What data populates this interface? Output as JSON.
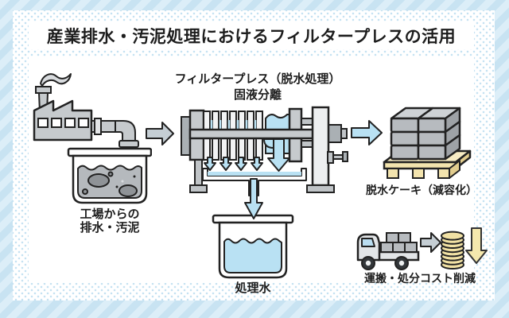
{
  "title": "産業排水・汚泥処理におけるフィルタープレスの活用",
  "flow": {
    "factory": {
      "line1": "工場からの",
      "line2": "排水・汚泥"
    },
    "filter_press": {
      "line1": "フィルタープレス（脱水処理）",
      "line2": "固液分離"
    },
    "treated_water": {
      "label": "処理水"
    },
    "dewatered_cake": {
      "label": "脱水ケーキ（減容化）"
    },
    "cost_reduction": {
      "label": "運搬・処分コスト削減"
    }
  },
  "icons": {
    "factory": "factory-icon",
    "sludge_tank": "sludge-tank-icon",
    "flow_arrow_factory_to_press": "gray-right-arrow-icon",
    "filter_press_machine": "filter-press-icon",
    "water_down_arrows": "blue-down-arrows-icon",
    "treated_water_tank": "beaker-icon",
    "flow_arrow_press_to_cake": "blue-right-arrow-icon",
    "cake_on_pallet": "cake-pallet-icon",
    "truck": "truck-icon",
    "truck_to_coins_arrow": "gray-right-arrow-icon",
    "coin_stack": "coin-stack-icon",
    "cost_down_arrow": "yellow-down-arrow-icon"
  },
  "colors": {
    "stripe_light": "#dceef8",
    "stripe_dark": "#c8e3f2",
    "dot_blue": "#c5e2f2",
    "water_blue": "#b9e1f3",
    "machine_gray": "#c6cacd",
    "machine_gray_dark": "#aab0b4",
    "sludge_gray": "#b5b9bd",
    "sludge_blob": "#8f9397",
    "pallet_tan": "#f3e4ae",
    "coin_yellow": "#f1e1a4",
    "outline": "#222222",
    "text": "#1d1d1d"
  }
}
